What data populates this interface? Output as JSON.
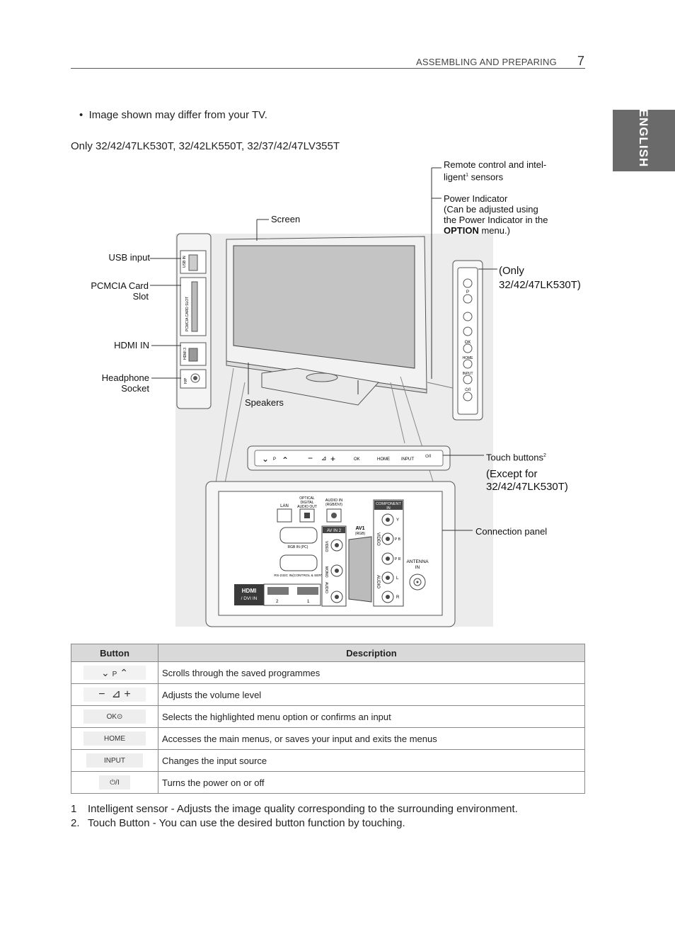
{
  "header": {
    "section": "ASSEMBLING AND PREPARING",
    "page_number": "7"
  },
  "language_tab": "ENGLISH",
  "note": "Image shown may differ from your TV.",
  "models_line": "Only 32/42/47LK530T, 32/42LK550T, 32/37/42/47LV355T",
  "labels": {
    "usb": "USB input",
    "pcmcia_1": "PCMCIA Card",
    "pcmcia_2": "Slot",
    "hdmi": "HDMI IN",
    "headphone_1": "Headphone",
    "headphone_2": "Socket",
    "screen": "Screen",
    "speakers": "Speakers",
    "remote_1": "Remote control and intel-",
    "remote_2": "ligent",
    "remote_sup": "1",
    "remote_3": " sensors",
    "power_1": "Power Indicator",
    "power_2": "(Can be adjusted using",
    "power_3": "the Power Indicator in the",
    "power_4_bold": "OPTION",
    "power_4_rest": " menu.)",
    "only_1": "(Only",
    "only_2": "32/42/47LK530T)",
    "touch": "Touch buttons",
    "touch_sup": "2",
    "except_1": "(Except for",
    "except_2": "32/42/47LK530T)",
    "connection": "Connection panel"
  },
  "panel_text": {
    "usb_in": "USB IN",
    "pcmcia_slot": "PCMCIA CARD SLOT",
    "hdmi3": "HDMI 3",
    "h_out": "H/P",
    "p": "P",
    "ok": "OK",
    "home": "HOME",
    "input": "INPUT",
    "power": "⏻/I",
    "lan": "LAN",
    "optical_1": "OPTICAL",
    "optical_2": "DIGITAL",
    "optical_3": "AUDIO OUT",
    "audio_in_1": "AUDIO IN",
    "audio_in_2": "(RGB/DVI)",
    "component_1": "COMPONENT",
    "component_2": "IN",
    "rgb_in": "RGB IN (PC)",
    "rs232": "RS-232C IN(CONTROL & SERVICE)",
    "av_in2": "AV IN 2",
    "av1": "AV1",
    "av1_sub": "(RGB)",
    "video": "VIDEO",
    "audio": "AUDIO",
    "mono": "MONO",
    "antenna_1": "ANTENNA",
    "antenna_2": "IN",
    "hdmi_logo": "HDMI",
    "dvi_in": "/ DVI IN",
    "hdmi_2": "2",
    "hdmi_1": "1",
    "y": "Y",
    "pb": "P B",
    "pr": "P R",
    "l": "L",
    "r": "R"
  },
  "table": {
    "header_button": "Button",
    "header_description": "Description",
    "rows": [
      {
        "icon": "programme-up-down-icon",
        "icon_text": "P",
        "description": "Scrolls through the saved programmes"
      },
      {
        "icon": "volume-icon",
        "icon_text": "",
        "description": "Adjusts the volume level"
      },
      {
        "icon": "ok-icon",
        "icon_text": "OK⊙",
        "description": "Selects the highlighted menu option or confirms an input"
      },
      {
        "icon": "home-icon",
        "icon_text": "HOME",
        "description": "Accesses the main menus, or saves your input and exits the menus"
      },
      {
        "icon": "input-icon",
        "icon_text": "INPUT",
        "description": "Changes the input source"
      },
      {
        "icon": "power-icon",
        "icon_text": "⏻/I",
        "description": "Turns the power on or off"
      }
    ]
  },
  "footnotes": [
    {
      "num": "1",
      "text": "Intelligent sensor - Adjusts the image quality corresponding to the surrounding environment."
    },
    {
      "num": "2.",
      "text": "Touch Button - You can use the desired button function by touching."
    }
  ]
}
